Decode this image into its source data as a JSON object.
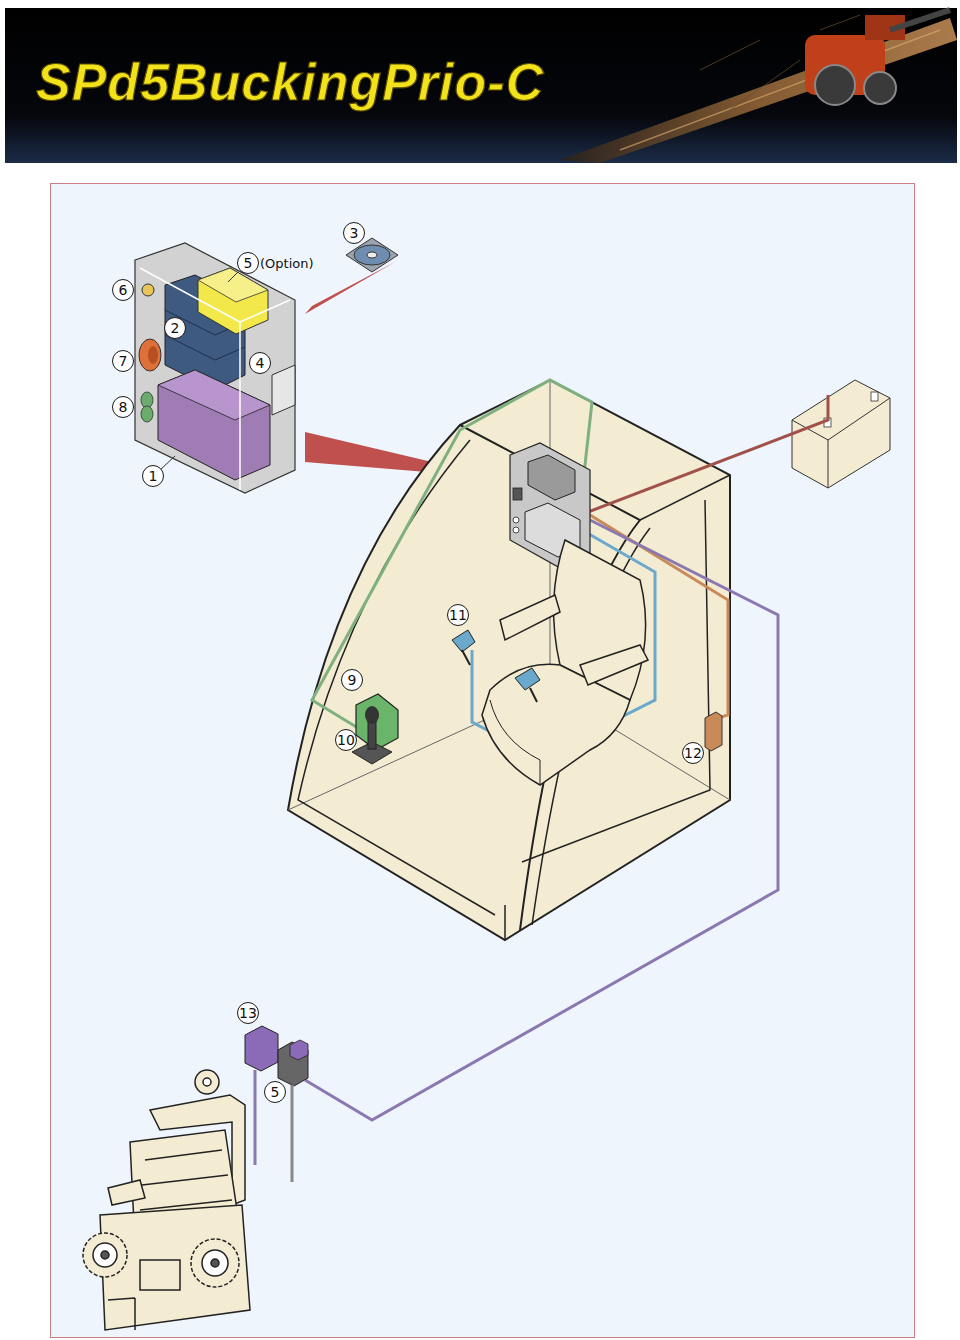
{
  "diagram": {
    "title": "SPd5BuckingPrio-C",
    "labels": [
      "3",
      "5",
      "(Option)",
      "6",
      "2",
      "7",
      "4",
      "8",
      "1",
      "11",
      "9",
      "10",
      "12",
      "13",
      "5"
    ]
  }
}
